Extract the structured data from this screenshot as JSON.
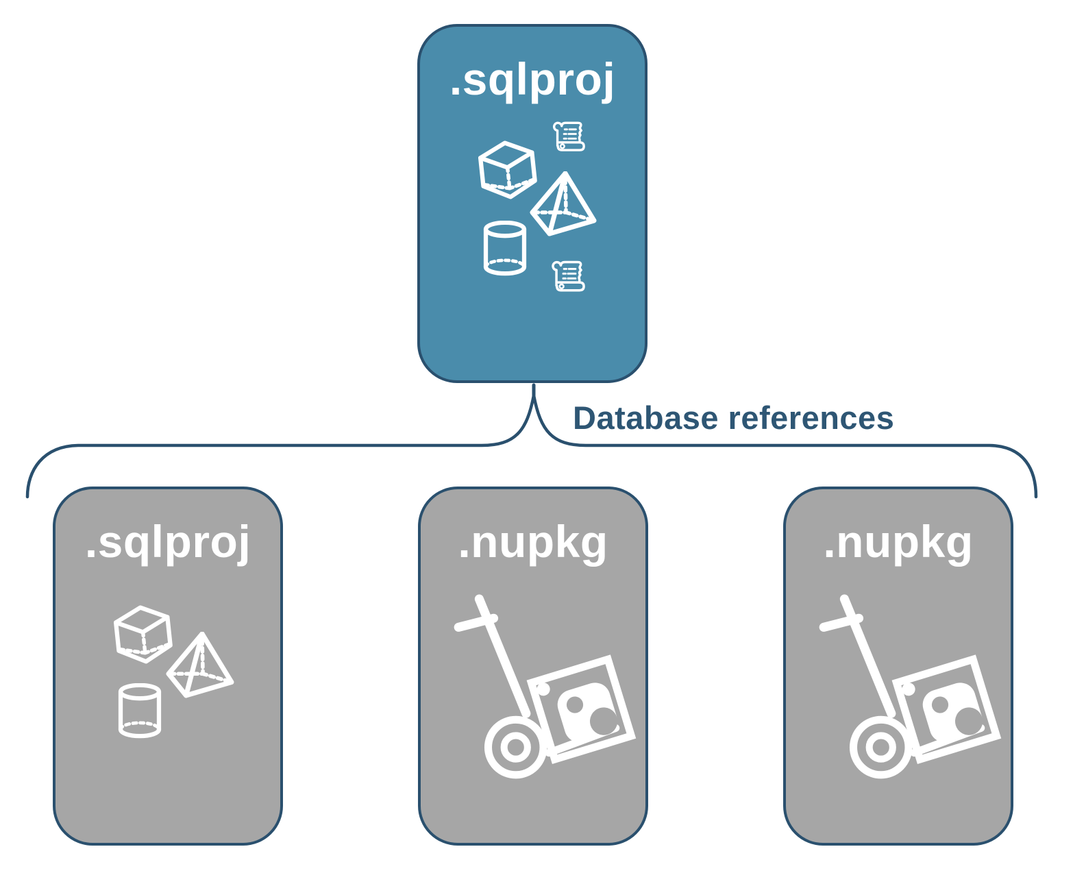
{
  "diagram": {
    "colors": {
      "parent_fill": "#4A8CAB",
      "child_fill": "#A6A6A6",
      "outline_navy": "#2A506E",
      "label_text_navy": "#2E5674",
      "icon_white": "#FFFFFF"
    },
    "parent_node": {
      "label": ".sqlproj",
      "icons": [
        "cube-icon",
        "scroll-icon",
        "pyramid-icon",
        "cylinder-icon",
        "scroll-icon"
      ]
    },
    "connector": {
      "label": "Database references",
      "shape": "brace-from-parent-to-children"
    },
    "child_nodes": [
      {
        "label": ".sqlproj",
        "icons": [
          "cube-icon",
          "pyramid-icon",
          "cylinder-icon"
        ]
      },
      {
        "label": ".nupkg",
        "icons": [
          "nuget-package-icon"
        ]
      },
      {
        "label": ".nupkg",
        "icons": [
          "nuget-package-icon"
        ]
      }
    ]
  }
}
